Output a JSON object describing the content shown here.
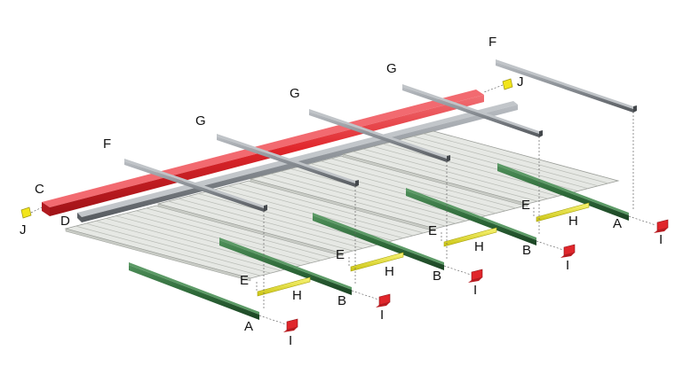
{
  "labels": {
    "A": "A",
    "B": "B",
    "C": "C",
    "D": "D",
    "E": "E",
    "F": "F",
    "G": "G",
    "H": "H",
    "I": "I",
    "J": "J"
  },
  "colors": {
    "red_beam": "#e0262b",
    "grey_beam": "#8a8f95",
    "green_beam": "#2f6b3a",
    "yellow_bar": "#e9e41a",
    "panel": "#e6e8e4",
    "red_clip": "#e0262b",
    "yellow_clip": "#f2e51b"
  }
}
